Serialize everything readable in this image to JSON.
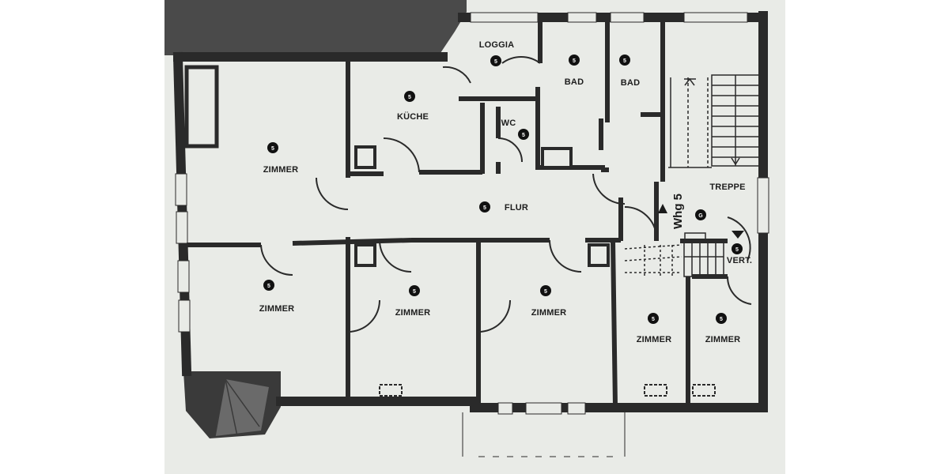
{
  "plan": {
    "apartment_label": "Whg 5",
    "rooms": [
      {
        "id": "zimmer-1",
        "label": "ZIMMER",
        "badge": "5"
      },
      {
        "id": "kueche",
        "label": "KÜCHE",
        "badge": "5"
      },
      {
        "id": "loggia",
        "label": "LOGGIA",
        "badge": "5"
      },
      {
        "id": "bad-1",
        "label": "BAD",
        "badge": "5"
      },
      {
        "id": "bad-2",
        "label": "BAD",
        "badge": "5"
      },
      {
        "id": "wc",
        "label": "WC",
        "badge": "5"
      },
      {
        "id": "flur",
        "label": "FLUR",
        "badge": "5"
      },
      {
        "id": "treppe",
        "label": "TREPPE",
        "badge": "G"
      },
      {
        "id": "vert",
        "label": "VERT.",
        "badge": "5"
      },
      {
        "id": "zimmer-2",
        "label": "ZIMMER",
        "badge": "5"
      },
      {
        "id": "zimmer-3",
        "label": "ZIMMER",
        "badge": "5"
      },
      {
        "id": "zimmer-4",
        "label": "ZIMMER",
        "badge": "5"
      },
      {
        "id": "zimmer-5",
        "label": "ZIMMER",
        "badge": "5"
      },
      {
        "id": "zimmer-6",
        "label": "ZIMMER",
        "badge": "5"
      }
    ],
    "colors": {
      "wall": "#2a2a2a",
      "hatch": "#4a4a4a",
      "paper": "#e9ebe7",
      "badge": "#111111"
    }
  }
}
